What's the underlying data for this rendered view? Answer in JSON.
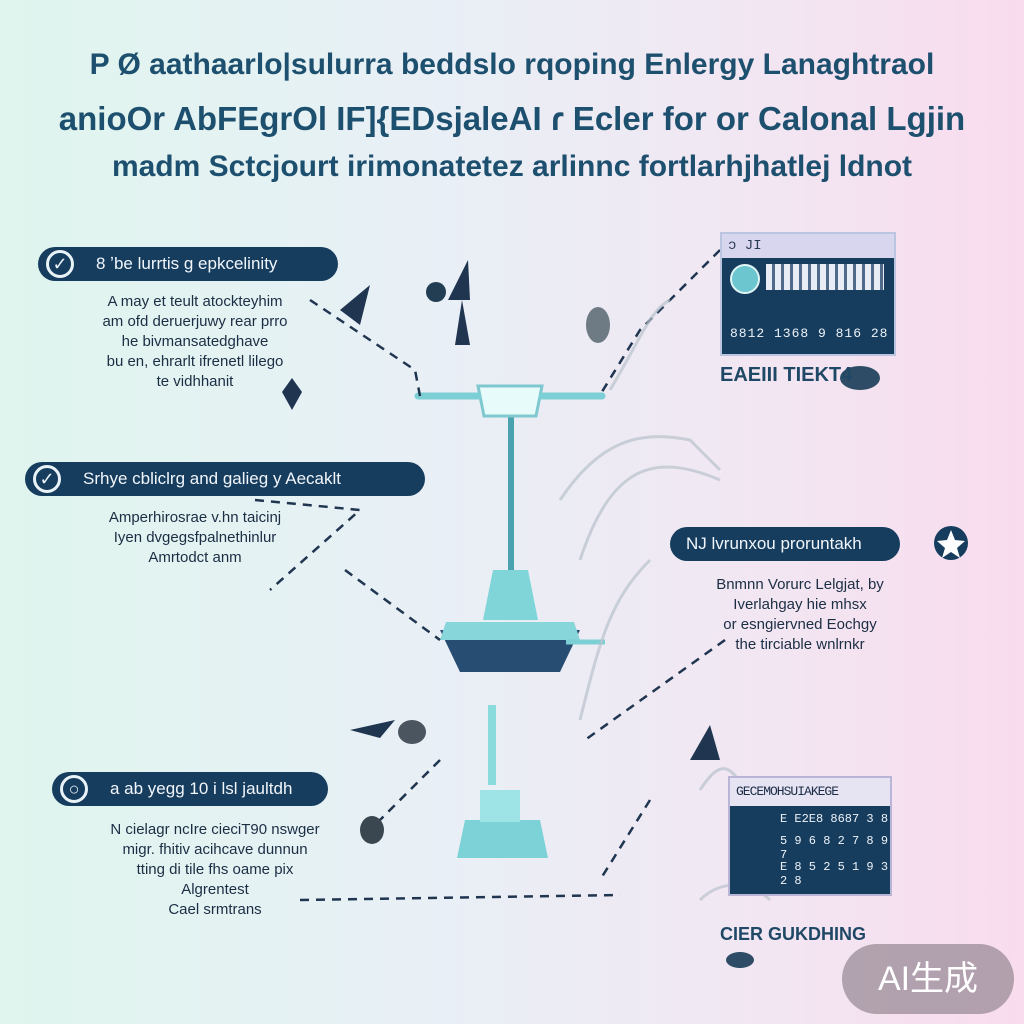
{
  "title": {
    "line1": "P Ø aathaarlo|sulurra beddslo rqoping Enlergy Lanaghtraol",
    "line2": "anioOr AbFEgrOl IF]{EDsjaleAI ɾ Ecler for or Calonal Lgjin",
    "line3": "madm Sctcjourt irimonatetez arlinnc fortlarhjhatlej ldnot"
  },
  "left_blocks": [
    {
      "label": "8 ʼbe lurrtis g epkcelinity",
      "text": "A may et teult atockteyhim\nam ofd deruerjuwy rear prro\nhe bivmansatedghave\nbu en, ehrarlt ifrenetl lilego\nte vidhhanit"
    },
    {
      "label": "Srhye cbliclrg and galieg y Aecaklt",
      "text": "Amperhirosrae v.hn taicinj\nIyen dvgegsfpalnethinlur\nAmrtodct anm"
    },
    {
      "label": "a ab yegg 10 i lsl jaultdh",
      "text": "N cielagr ncIre cieciT90 nswger\nmigr. fhitiv acihcave dunnun\ntting di tile fhs oame pix\nAlgrentest\nCael srmtrans"
    }
  ],
  "right_blocks": [
    {
      "label": "NJ lvrunxou proruntakh",
      "text": "Bnmnn Vorurc Lelgjat, by\nIverlahgay hie mhsx\nor esngiervned Eochgy\nthe tirciable wnlrnkr"
    }
  ],
  "screen_top": {
    "header": "ɔ  JI",
    "digits": "8812 1368 9 816 28",
    "caption": "EAEIII TIEKT4"
  },
  "screen_bottom": {
    "header": "GECEMOHSUIAKEGE",
    "digits_1": "E E2E8 8687 3 8",
    "digits_2": "5 9 6 8 2 7 8 9 7",
    "digits_3": "E 8 5 2 5 1 9 3 2 8",
    "caption": "CIER GUKDHING"
  },
  "badge": "AI生成",
  "colors": {
    "navy": "#163c5e",
    "teal": "#6cc6cf",
    "accent_teal": "#9ee4e6"
  }
}
